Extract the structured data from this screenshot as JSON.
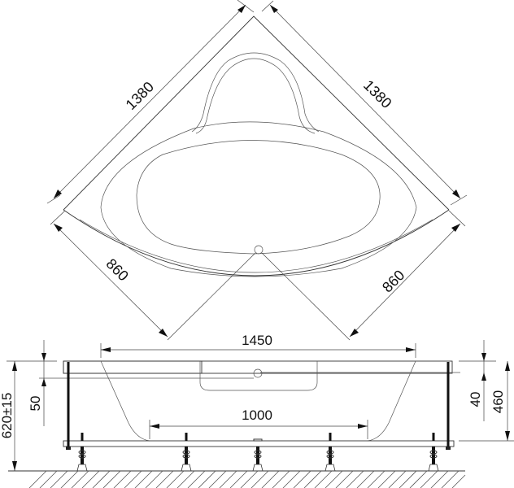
{
  "drawing": {
    "subject": "Corner bathtub technical drawing",
    "top_view": {
      "dimensions": {
        "side_left": "1380",
        "side_right": "1380",
        "front_left": "860",
        "front_right": "860"
      }
    },
    "side_view": {
      "dimensions": {
        "overall_width": "1450",
        "inner_width": "1000",
        "total_height": "620±15",
        "rim_thickness_left": "50",
        "rim_thickness_right": "40",
        "body_height": "460"
      },
      "legs_count": 5
    },
    "colors": {
      "line": "#333333",
      "background": "#ffffff"
    }
  }
}
